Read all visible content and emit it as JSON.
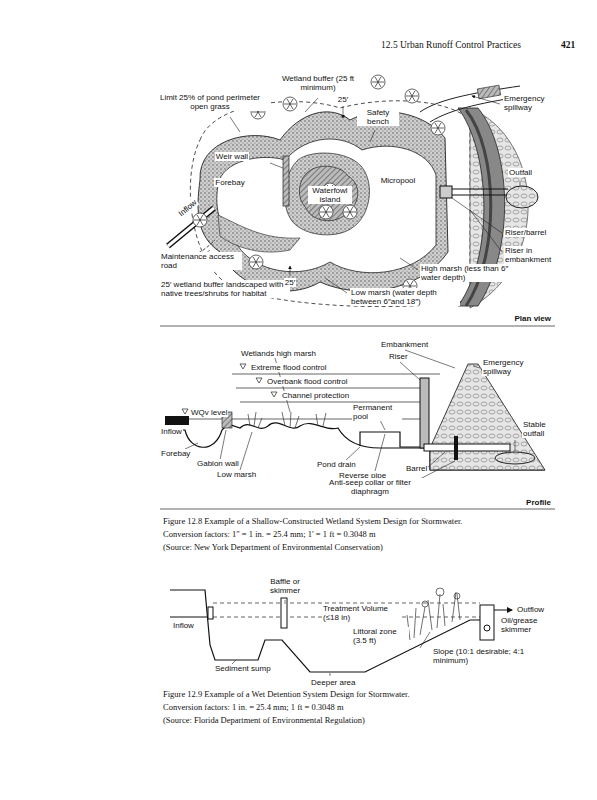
{
  "diagram": {
    "labels": [
      "12.5 Urban Runoff Control Practices",
      "421",
      "Wetland buffer (25 ft minimum)",
      "Limit 25% of pond perimeter open grass",
      "25′",
      "Safety bench",
      "Emergency spillway",
      "Weir wall",
      "Forebay",
      "Waterfowl island",
      "Micropool",
      "Outfall",
      "Inflow",
      "Riser/barrel",
      "Riser in embankment",
      "Maintenance access road",
      "25′ wetland buffer landscaped with native trees/shrubs for habitat",
      "25′",
      "High marsh (less than 6″ water depth)",
      "Low marsh (water depth between 6″and 18″)",
      "Plan view",
      "Embankment",
      "Riser",
      "Wetlands high marsh",
      "Emergency spillway",
      "Extreme flood control",
      "Overbank flood control",
      "Channel protection",
      "WQv level",
      "Inflow",
      "Permanent pool",
      "Stable outfall",
      "Forebay",
      "Gabion wall",
      "Low marsh",
      "Pond drain",
      "Reverse pipe",
      "Barrel",
      "Anti-seep collar or filter diaphragm",
      "Profile",
      "Figure 12.8 Example of a Shallow-Constructed Wetland System Design for Stormwater.",
      "Conversion factors: 1″ = 1 in. = 25.4 mm; 1′ = 1 ft = 0.3048 m",
      "(Source: New York Department of Environmental Conservation)",
      "Baffle or skimmer",
      "Treatment Volume (≤18 in)",
      "Inflow",
      "Outflow",
      "Oil/grease skimmer",
      "Littoral zone (3.5 ft)",
      "Sediment sump",
      "Slope (10:1 desirable; 4:1 minimum)",
      "Deeper area",
      "Figure 12.9 Example of a Wet Detention System Design for Stormwater.",
      "Conversion factors: 1 in. = 25.4 mm; 1 ft = 0.3048 m",
      "(Source: Florida Department of Environmental Regulation)"
    ]
  }
}
